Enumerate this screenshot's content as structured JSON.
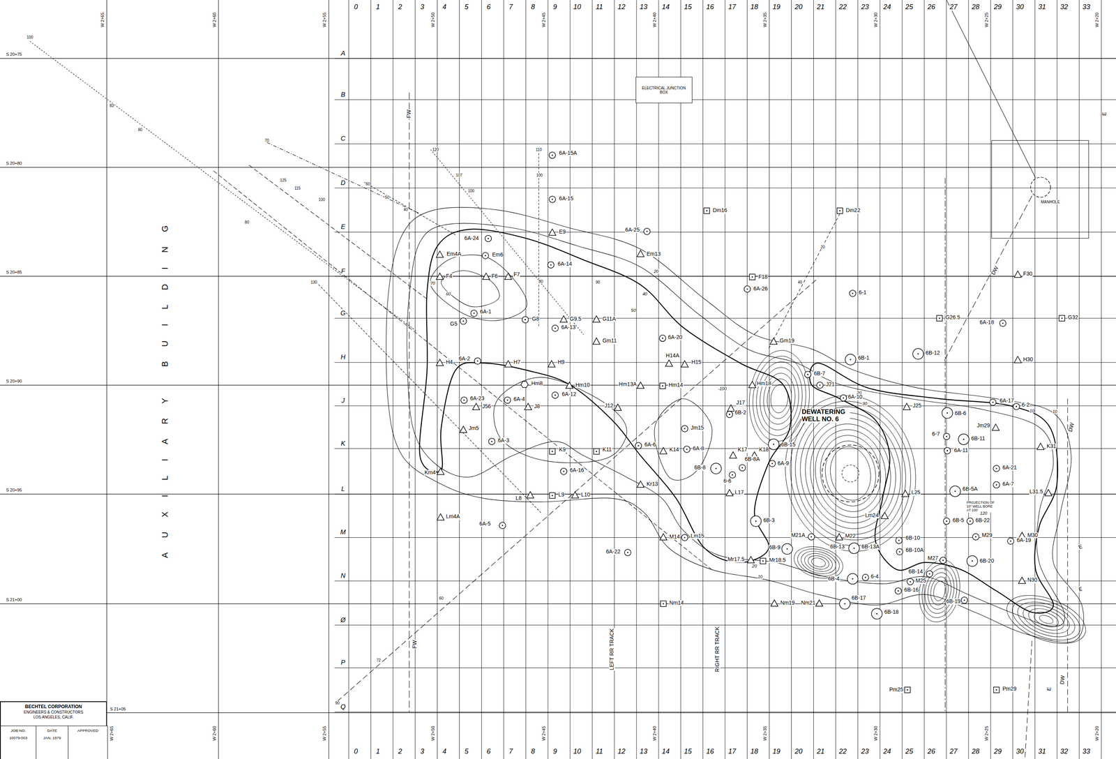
{
  "diagram": {
    "nodes": [
      {
        "text": [
          "BECHTEL CORPORATION",
          "ENGINEERS & CONSTRUCTORS",
          "LOS ANGELES, CALIF."
        ]
      },
      {
        "text": [
          "JOB NO.",
          "10079-003"
        ],
        "in": 0
      },
      {
        "text": [
          "DATE",
          "JAN. 1979"
        ],
        "in": 0
      },
      {
        "text": [
          "APPROVED"
        ],
        "in": 0
      },
      {
        "text": [
          "ELECTRICAL JUNCTION BOX"
        ]
      },
      {
        "text": [
          "MANHOLE"
        ]
      }
    ],
    "labels": [
      "0",
      "1",
      "2",
      "3",
      "4",
      "5",
      "6",
      "7",
      "8",
      "9",
      "10",
      "11",
      "12",
      "13",
      "14",
      "15",
      "16",
      "17",
      "18",
      "19",
      "20",
      "21",
      "22",
      "23",
      "24",
      "25",
      "26",
      "27",
      "28",
      "29",
      "30",
      "31",
      "32",
      "33",
      "0",
      "1",
      "2",
      "3",
      "4",
      "5",
      "6",
      "7",
      "8",
      "9",
      "10",
      "11",
      "12",
      "13",
      "14",
      "15",
      "16",
      "17",
      "18",
      "19",
      "20",
      "21",
      "22",
      "23",
      "24",
      "25",
      "26",
      "27",
      "28",
      "29",
      "30",
      "31",
      "32",
      "33",
      "A",
      "B",
      "C",
      "D",
      "E",
      "F",
      "G",
      "H",
      "J",
      "K",
      "L",
      "M",
      "N",
      "Ø",
      "P",
      "Q",
      "S 20+75",
      "S 20+80",
      "S 20+85",
      "S 20+90",
      "S 20+95",
      "S 21+00",
      "S 21+05",
      "W 2+65",
      "W 2+60",
      "W 2+55",
      "W 2+50",
      "W 2+45",
      "W 2+40",
      "W 2+35",
      "W 2+30",
      "W 2+25",
      "W 2+20",
      "W 2+65",
      "W 2+60",
      "W 2+55",
      "W 2+50",
      "W 2+45",
      "W 2+40",
      "W 2+35",
      "W 2+30",
      "W 2+25",
      "W 2+20",
      "AUXILIARY BUILDING",
      "LEFT RR TRACK",
      "RIGHT RR TRACK",
      "FW",
      "FW",
      "DW",
      "DW",
      "DW",
      "E",
      "E",
      "E",
      "E",
      "DEWATERING WELL NO. 6",
      "PROJECTION OF 10\" WELL BORE AT 100'",
      "100",
      "83",
      "80",
      "70",
      "125",
      "115",
      "100",
      "80",
      "130",
      "120",
      "107",
      "100",
      "60",
      "50",
      "40",
      "90",
      "72",
      "60",
      "110",
      "100",
      "90",
      "80",
      "20",
      "40",
      "10",
      "20",
      "40",
      "50",
      "70",
      "60",
      "10",
      "20",
      "30",
      "20",
      "10",
      "120",
      "-100",
      "E9",
      "Em4A",
      "Em6",
      "6A-24",
      "F4",
      "F6",
      "F7",
      "6A-14",
      "6A-1",
      "G5",
      "G8",
      "G9.5",
      "6A-13",
      "G11A",
      "Gm11",
      "6A-15A",
      "6A-15",
      "6A-25",
      "Em13",
      "Dm16",
      "Dm22",
      "F18",
      "6A-26",
      "6-1",
      "G26.5",
      "G32",
      "6A-18",
      "F30",
      "H30",
      "6B-1",
      "6B-12",
      "6B-7",
      "Gm19",
      "H4",
      "6A-2",
      "H7",
      "H9",
      "H14A",
      "H15",
      "Hm8",
      "Hm10",
      "6A-12",
      "Hm13A",
      "Hm14",
      "6A-20",
      "6A-23",
      "J56",
      "6A-4",
      "J8",
      "J12",
      "Jm5",
      "6A-3",
      "K9",
      "K11",
      "6A-6",
      "K14",
      "6A-8",
      "Jm15",
      "J17",
      "6B-2",
      "Hm18",
      "J21",
      "6A-10",
      "J25",
      "6B-6",
      "6A-17",
      "6-2",
      "Jm29",
      "6B-11",
      "6-7",
      "6A-11",
      "K31",
      "K17",
      "K18",
      "6B-15",
      "6B-8A",
      "6A-9",
      "6B-8",
      "6-6",
      "Km4",
      "6A-16",
      "L8",
      "L9",
      "L10",
      "Kr13",
      "L17",
      "L25",
      "6B-5A",
      "6A-21",
      "6A-7",
      "L31.5",
      "6A-5",
      "Lm4A",
      "Lm15",
      "Lm24",
      "6B-3",
      "M22",
      "M21A",
      "6B-9",
      "6B-13",
      "6B-13A",
      "6B-10",
      "6B-10A",
      "M29",
      "6B-5",
      "6B-22",
      "M14",
      "6A-22",
      "Mr17.5",
      "Mr18.5",
      "M27",
      "6A-19",
      "M30",
      "6B-20",
      "6B-4",
      "6-4",
      "6B-14",
      "M25",
      "6B-16",
      "6B-17",
      "6B-18",
      "6B-19",
      "N30",
      "Nm14",
      "Nm19",
      "Nm21",
      "Pm25",
      "Pm29"
    ]
  }
}
